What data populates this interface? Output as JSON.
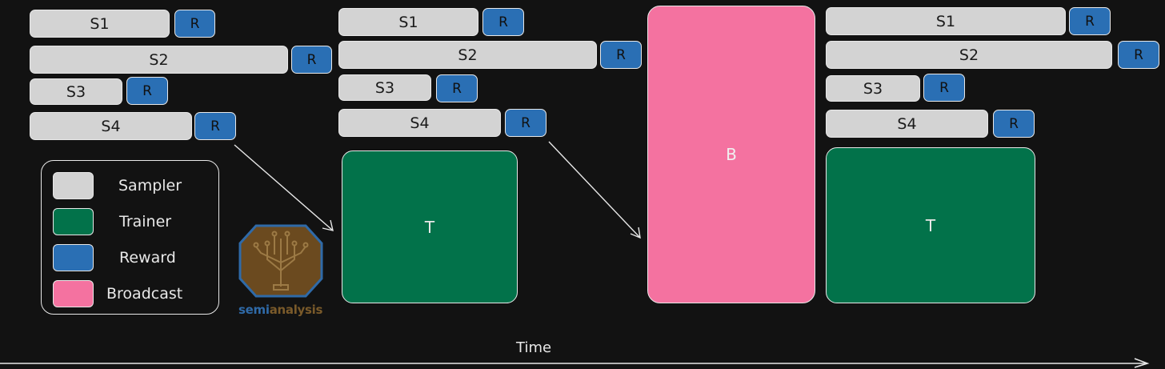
{
  "colors": {
    "sampler": "#d3d3d3",
    "trainer": "#02724a",
    "reward": "#2a6fb4",
    "broadcast": "#f472a0",
    "background": "#121212"
  },
  "phase1": {
    "s1": "S1",
    "s2": "S2",
    "s3": "S3",
    "s4": "S4",
    "r": "R"
  },
  "phase2": {
    "s1": "S1",
    "s2": "S2",
    "s3": "S3",
    "s4": "S4",
    "r": "R",
    "trainer": "T"
  },
  "broadcast": {
    "label": "B"
  },
  "phase3": {
    "s1": "S1",
    "s2": "S2",
    "s3": "S3",
    "s4": "S4",
    "r": "R",
    "trainer": "T"
  },
  "legend": {
    "items": [
      {
        "label": "Sampler",
        "color": "#d3d3d3"
      },
      {
        "label": "Trainer",
        "color": "#02724a"
      },
      {
        "label": "Reward",
        "color": "#2a6fb4"
      },
      {
        "label": "Broadcast",
        "color": "#f472a0"
      }
    ]
  },
  "logo": {
    "part1": "semi",
    "part2": "analysis",
    "icon": "circuit-tree-icon"
  },
  "axis": {
    "label": "Time"
  }
}
